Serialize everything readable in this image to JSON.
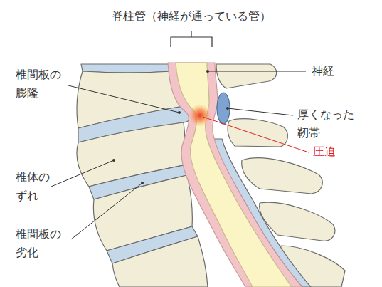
{
  "diagram": {
    "labels": [
      "脊柱管（神経が通っている管）",
      "神経",
      "椎間板の 膨隆",
      "厚くなった 靭帯",
      "圧迫",
      "椎体の ずれ",
      "椎間板の 劣化"
    ]
  }
}
